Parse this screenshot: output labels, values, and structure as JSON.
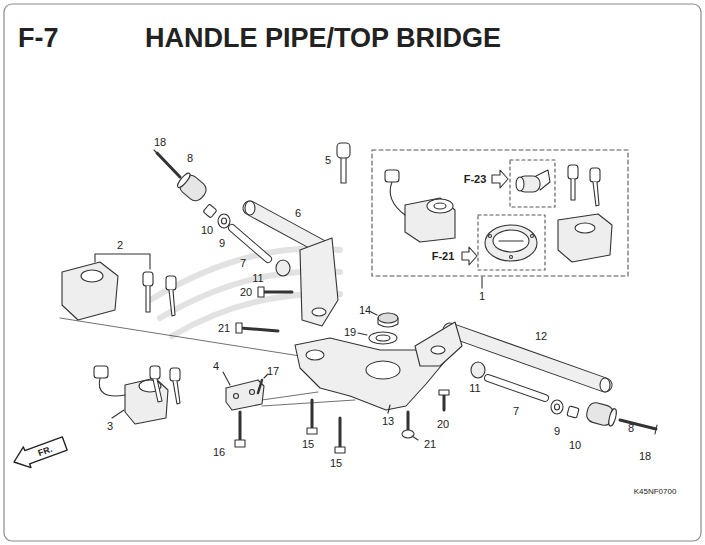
{
  "diagram": {
    "title": "HANDLE PIPE/TOP BRIDGE",
    "labels": [
      "F-7",
      "18",
      "8",
      "5",
      "F-23",
      "F-21",
      "2",
      "6",
      "10",
      "9",
      "7",
      "11",
      "20",
      "1",
      "14",
      "21",
      "19",
      "12",
      "4",
      "17",
      "11",
      "7",
      "20",
      "13",
      "3",
      "9",
      "8",
      "10",
      "18",
      "15",
      "21",
      "16",
      "15",
      "FR.",
      "K45NF0700"
    ]
  }
}
